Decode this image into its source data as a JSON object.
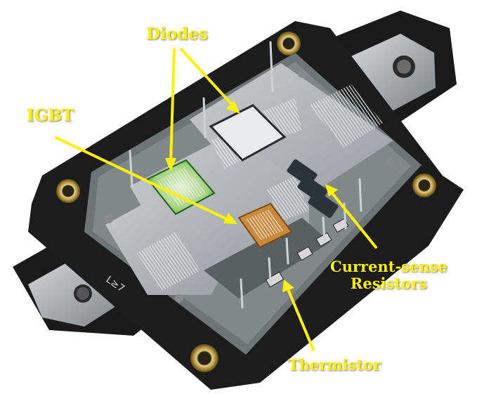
{
  "labels": {
    "diodes": "Diodes",
    "igbt": "IGBT",
    "current_sense_line1": "Current-sense",
    "current_sense_line2": "Resistors",
    "thermistor": "Thermistor"
  },
  "colors": {
    "label_text": "#fff200",
    "arrow": "#fff200",
    "housing": "#1c1c1c",
    "baseplate": "#8a8e92",
    "copper_pad": "#b9bcbe"
  }
}
